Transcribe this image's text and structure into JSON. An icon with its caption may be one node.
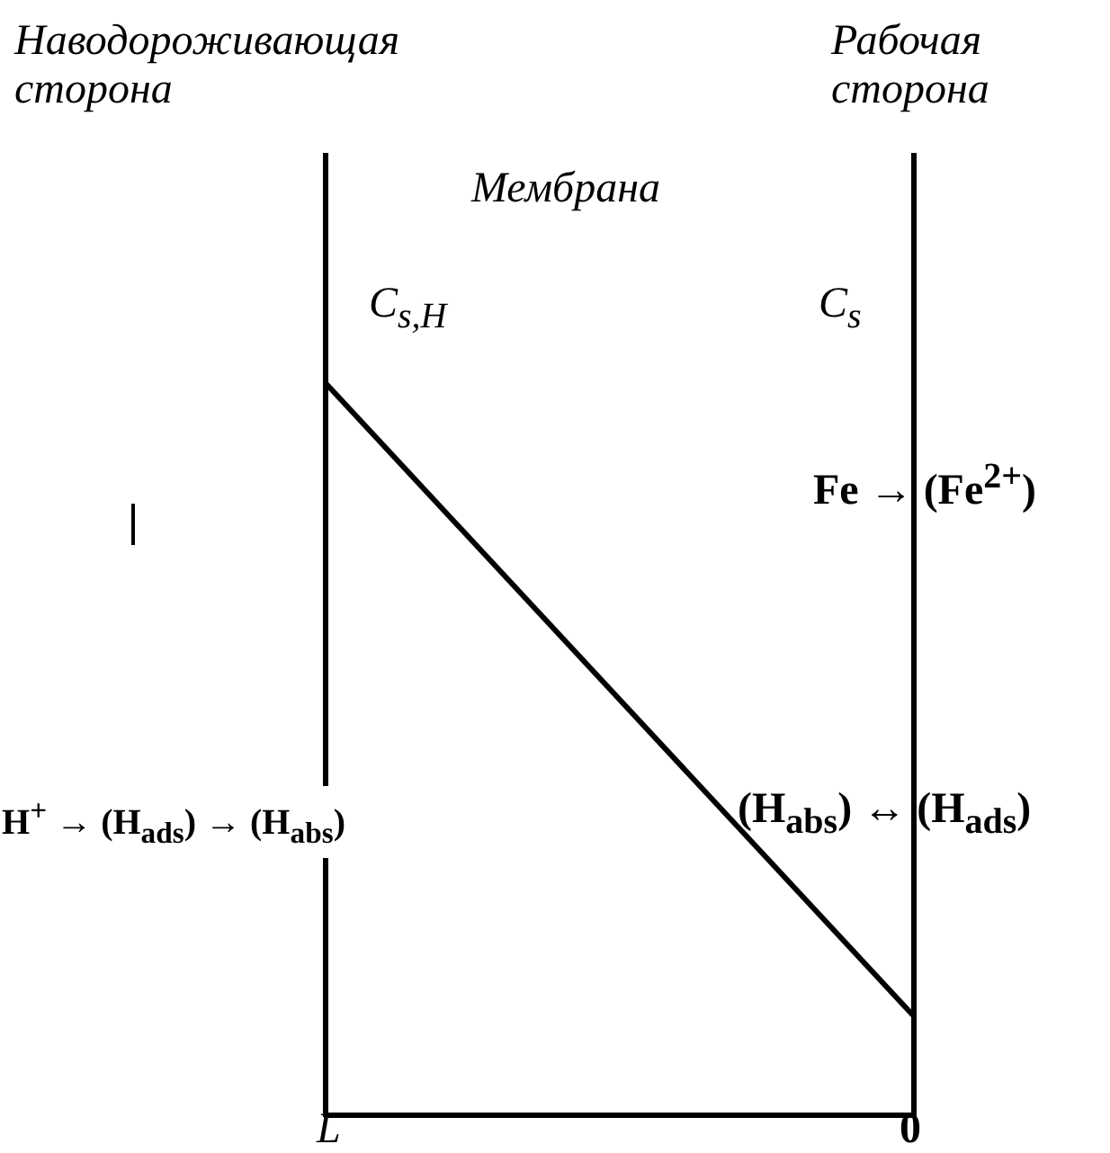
{
  "diagram": {
    "labels": [
      "Наводороживающая сторона",
      "Рабочая сторона",
      "Мембрана",
      "C$_{s,H}$",
      "C$_{s}$",
      "Fe → (Fe$^{2+}$)",
      "H$^{+}$ → (H$_{ads}$) → (H$_{abs}$)",
      "(H$_{abs}$) ↔ (H$_{ads}$)",
      "L",
      "0"
    ]
  }
}
